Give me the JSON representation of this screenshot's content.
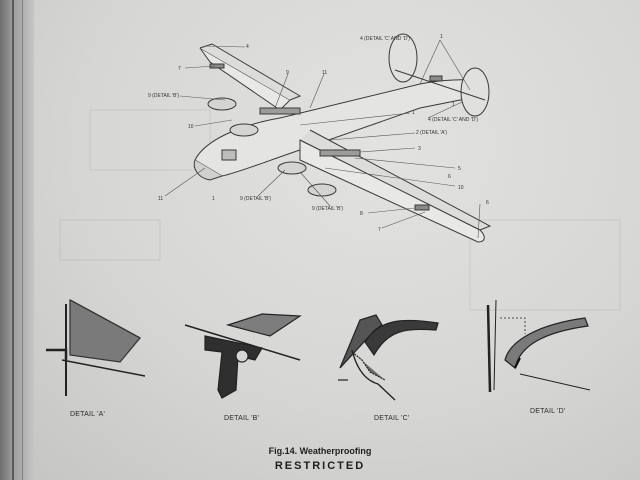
{
  "callouts": {
    "c4_top": "4",
    "c4_detail_c_d": "4 (DETAIL 'C' AND 'D')",
    "c1_top": "1",
    "c7_left": "7",
    "c9_detail_b_top": "9 (DETAIL 'B')",
    "c9_mid": "9",
    "c11_top": "11",
    "c1_mid": "1",
    "c4_right": "4 (DETAIL 'C' AND 'D')",
    "c1_right": "1",
    "c10_left": "10",
    "c2_detail_a": "2 (DETAIL 'A')",
    "c3": "3",
    "c5": "5",
    "c6": "6",
    "c10_right": "10",
    "c9_detail_b_low": "9 (DETAIL 'B')",
    "c9_detail_b_low2": "9 (DETAIL 'B')",
    "c8": "8",
    "c7_low": "7",
    "c6_tip": "6",
    "c1_low": "1",
    "c11_low": "11"
  },
  "details": {
    "a": "DETAIL 'A'",
    "b": "DETAIL 'B'",
    "c": "DETAIL 'C'",
    "d": "DETAIL 'D'"
  },
  "caption": {
    "figure": "Fig.14. Weatherproofing",
    "classification": "RESTRICTED"
  }
}
